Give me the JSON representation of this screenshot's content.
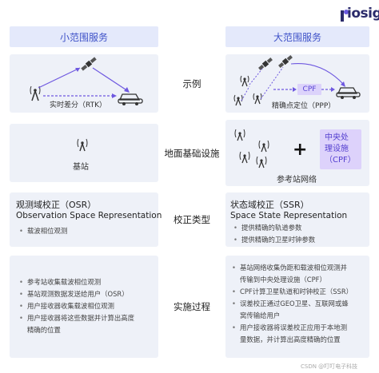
{
  "brand": {
    "logo_text": "iosight"
  },
  "headers": {
    "left": "小范围服务",
    "right": "大范围服务"
  },
  "rows": [
    {
      "label": "示例"
    },
    {
      "label": "地面基础设施"
    },
    {
      "label": "校正类型"
    },
    {
      "label": "实施过程"
    }
  ],
  "example": {
    "left_caption": "实时差分（RTK）",
    "right_caption": "精确点定位（PPP）",
    "cpf_label": "CPF"
  },
  "infrastructure": {
    "left_label": "基站",
    "right_label": "参考站网络",
    "central_line1": "中央处",
    "central_line2": "理设施",
    "central_line3": "（CPF）",
    "plus": "+"
  },
  "correction": {
    "left_title_cn": "观测域校正（OSR）",
    "left_title_en": "Observation Space Representation",
    "left_bullets": [
      "载波相位观测"
    ],
    "right_title_cn": "状态域校正（SSR）",
    "right_title_en": "Space State Representation",
    "right_bullets": [
      "提供精确的轨道参数",
      "提供精确的卫星时钟参数"
    ]
  },
  "process": {
    "left_bullets": [
      "参考站收集载波相位观测",
      "基站观测数据发送给用户（OSR）",
      "用户接收器收集载波相位观测",
      "用户接收器将这些数据并计算出高度",
      "精确的位置"
    ],
    "right_bullets": [
      "基站网络收集伪距和载波相位观测并",
      "传输到中央处理设施（CPF）",
      "CPF计算卫星轨道和时钟校正（SSR）",
      "误差校正通过GEO卫星、互联网或蜂",
      "窝传输给用户",
      "用户接收器将误差校正应用于本地测",
      "量数据，并计算出高度精确的位置"
    ]
  },
  "watermark": "CSDN @叮叮电子科技"
}
